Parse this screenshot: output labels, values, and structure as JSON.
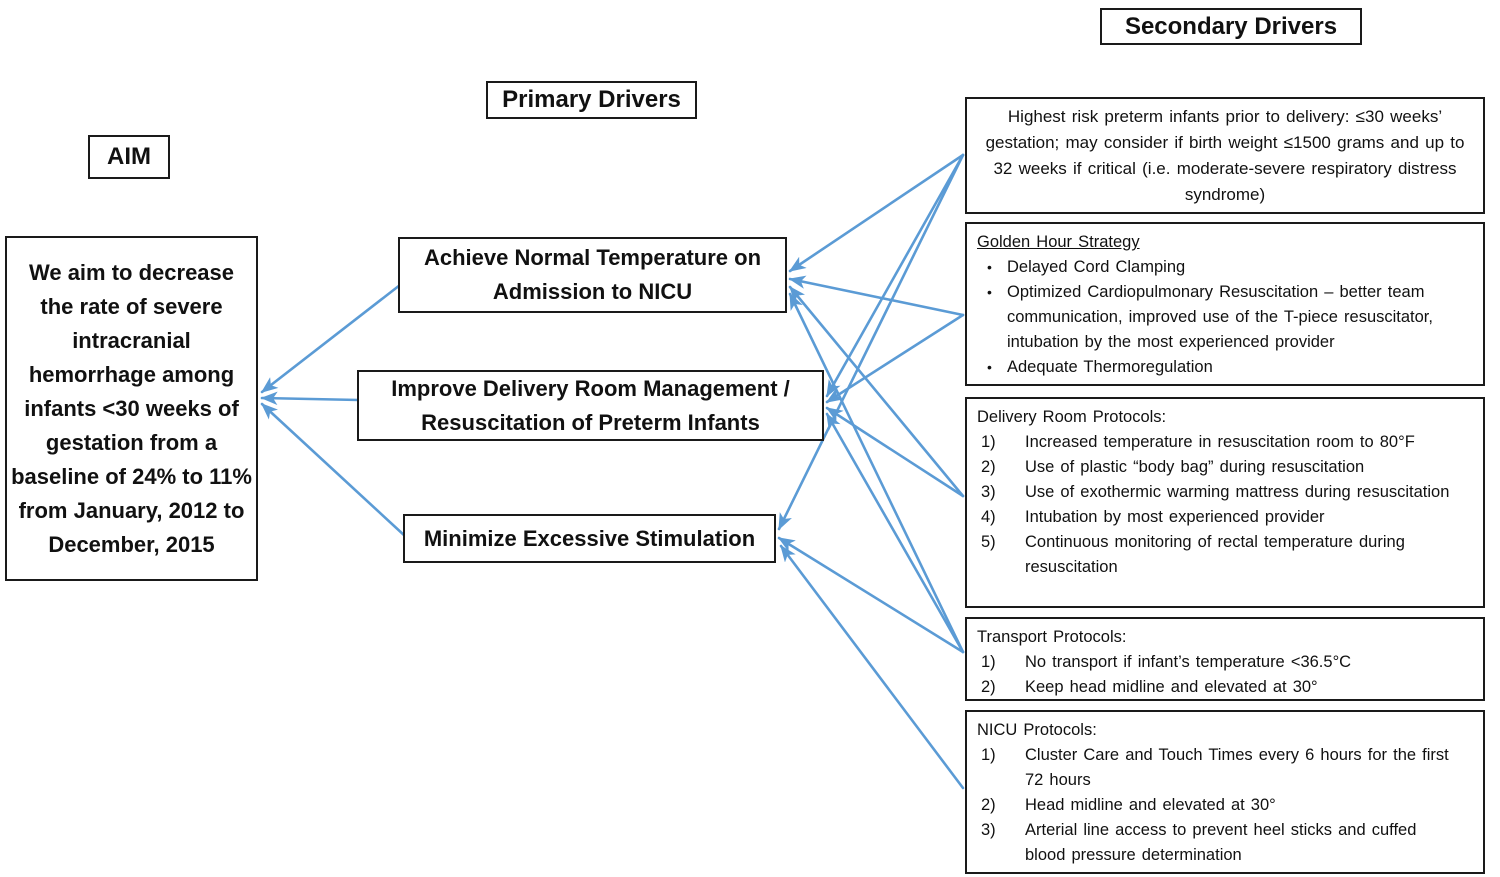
{
  "diagram": {
    "aim_label": "AIM",
    "primary_label": "Primary Drivers",
    "secondary_label": "Secondary Drivers",
    "aim": {
      "text": "We aim to decrease the rate of severe intracranial hemorrhage among infants <30 weeks of gestation from a baseline of 24% to 11% from January, 2012 to December, 2015"
    },
    "primary_drivers": [
      {
        "id": "p1",
        "text": "Achieve Normal Temperature on Admission to NICU"
      },
      {
        "id": "p2",
        "text": "Improve Delivery Room Management / Resuscitation of Preterm Infants"
      },
      {
        "id": "p3",
        "text": "Minimize Excessive Stimulation"
      }
    ],
    "secondary_drivers": [
      {
        "id": "s1",
        "text": "Highest risk preterm infants prior to delivery: ≤30 weeks’ gestation; may consider if birth weight ≤1500 grams and up to 32 weeks if critical (i.e. moderate-severe respiratory distress syndrome)"
      },
      {
        "id": "s2",
        "title": "Golden Hour Strategy",
        "bullets": [
          "Delayed Cord Clamping",
          "Optimized Cardiopulmonary Resuscitation – better team communication, improved use of the T-piece resuscitator, intubation by the most experienced provider",
          "Adequate Thermoregulation"
        ]
      },
      {
        "id": "s3",
        "title": "Delivery Room Protocols:",
        "items": [
          "Increased temperature in resuscitation room to 80°F",
          "Use of plastic “body bag” during resuscitation",
          "Use of exothermic warming mattress during resuscitation",
          "Intubation by most experienced provider",
          "Continuous monitoring of rectal temperature during resuscitation"
        ]
      },
      {
        "id": "s4",
        "title": "Transport Protocols:",
        "items": [
          "No transport if infant’s temperature <36.5°C",
          "Keep head midline and elevated at 30°"
        ]
      },
      {
        "id": "s5",
        "title": "NICU Protocols:",
        "items": [
          "Cluster Care and Touch Times every 6 hours for the first 72 hours",
          "Head midline and elevated at 30°",
          "Arterial line access to prevent heel sticks and cuffed blood pressure determination"
        ]
      }
    ],
    "connections": [
      {
        "from": "p1",
        "to": "aim"
      },
      {
        "from": "p2",
        "to": "aim"
      },
      {
        "from": "p3",
        "to": "aim"
      },
      {
        "from": "s1",
        "to": "p1"
      },
      {
        "from": "s2",
        "to": "p1"
      },
      {
        "from": "s3",
        "to": "p1"
      },
      {
        "from": "s4",
        "to": "p1"
      },
      {
        "from": "s1",
        "to": "p2"
      },
      {
        "from": "s2",
        "to": "p2"
      },
      {
        "from": "s3",
        "to": "p2"
      },
      {
        "from": "s4",
        "to": "p2"
      },
      {
        "from": "s1",
        "to": "p3"
      },
      {
        "from": "s4",
        "to": "p3"
      },
      {
        "from": "s5",
        "to": "p3"
      }
    ],
    "arrow_color": "#5B9BD5"
  }
}
